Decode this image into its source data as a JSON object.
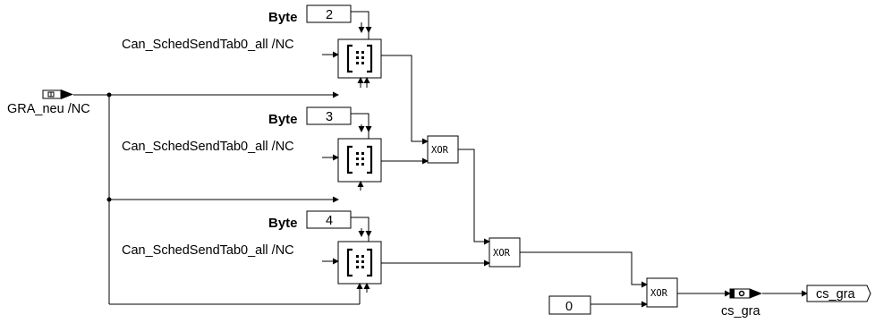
{
  "inport": {
    "label": "GRA_neu /NC"
  },
  "byte_blocks": [
    {
      "prefix": "Byte",
      "value": "2",
      "signal": "Can_SchedSendTab0_all /NC"
    },
    {
      "prefix": "Byte",
      "value": "3",
      "signal": "Can_SchedSendTab0_all /NC"
    },
    {
      "prefix": "Byte",
      "value": "4",
      "signal": "Can_SchedSendTab0_all /NC"
    }
  ],
  "xor_blocks": [
    {
      "label": "XOR"
    },
    {
      "label": "XOR"
    },
    {
      "label": "XOR"
    }
  ],
  "constant": {
    "value": "0"
  },
  "variable": {
    "label": "cs_gra"
  },
  "outport": {
    "label": "cs_gra"
  }
}
